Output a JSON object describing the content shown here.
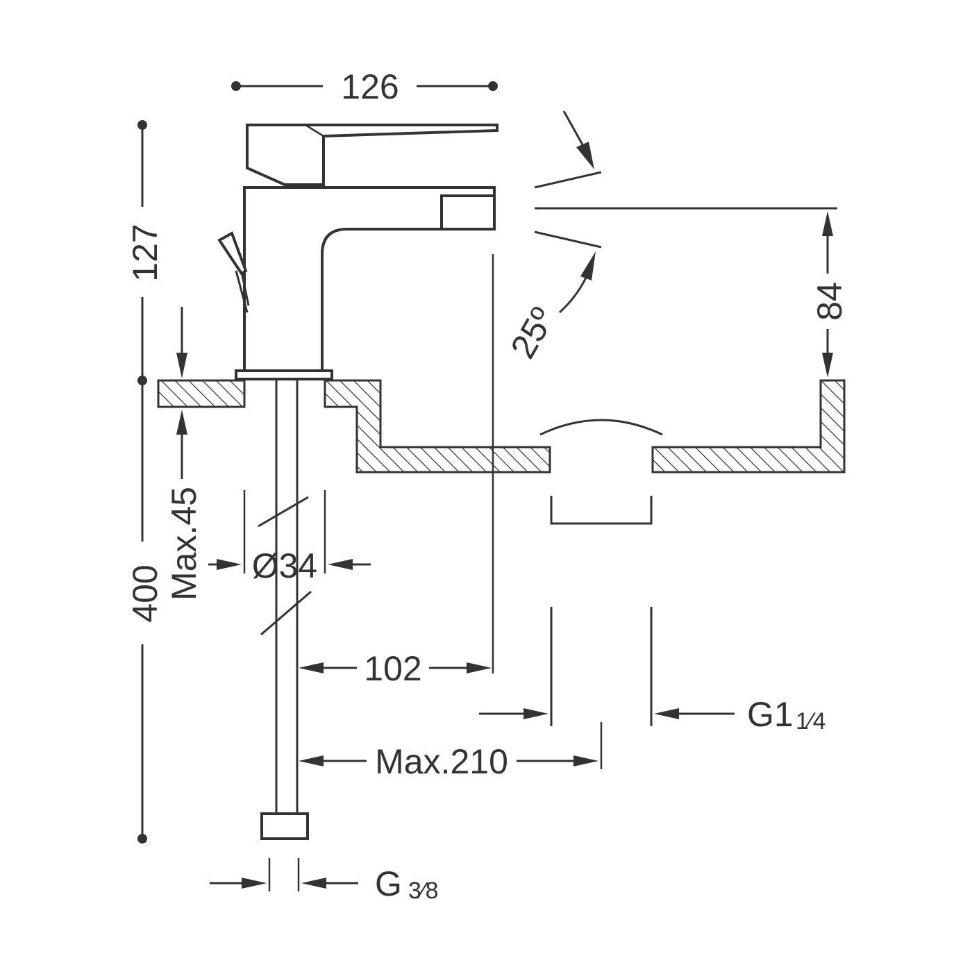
{
  "dimensions": {
    "width_top": "126",
    "height_spout": "127",
    "angle": "25º",
    "height_right": "84",
    "max_deck": "Max.45",
    "total_height": "400",
    "diameter": "Ø34",
    "reach": "102",
    "max_reach": "Max.210",
    "drain_thread_main": "G1",
    "drain_thread_frac": "1⁄4",
    "supply_thread_main": "G",
    "supply_thread_frac": "3⁄8"
  },
  "colors": {
    "line": "#333333",
    "background": "#ffffff"
  }
}
